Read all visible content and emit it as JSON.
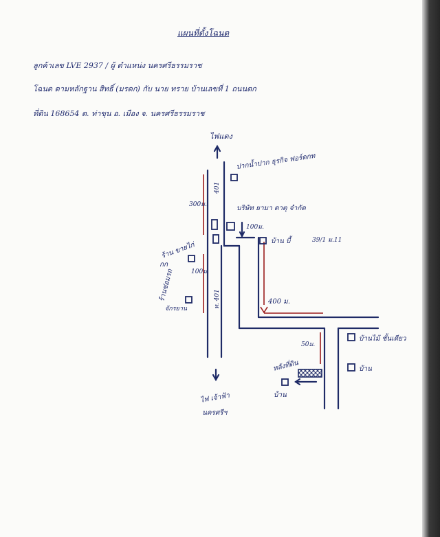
{
  "document": {
    "title": "แผนที่ตั้งโฉนด",
    "line1": "ลูกค้าเลข LVE 2937 / ผู้ ตำแหน่ง นครศรีธรรมราช",
    "line2": "โฉนด ตามหลักฐาน สิทธิ์ (มรดก) กับ นาย ทราย บ้านเลขที่ 1 ถนนตก",
    "line3": "ที่ดิน 168654 ต. ท่าขุน อ. เมือง จ. นครศรีธรรมราช"
  },
  "map": {
    "north_label": "ไฟแดง",
    "south_label_1": "ไฟ เจ้าฟ้า",
    "south_label_2": "นครศรีฯ",
    "road_code_top": "401",
    "road_code_bottom": "ท. 401",
    "dist_300": "300ม.",
    "dist_100_left": "100ม.",
    "dist_100_right": "100ม.",
    "dist_400": "400 ม.",
    "dist_50": "50ม.",
    "places": {
      "shop_top": "ปากน้ำปาก ธุรกิจ ฟอร์ดกท",
      "company": "บริษัท ยามา ดาตุ จำกัด",
      "house_b": "บ้าน บี้",
      "house_b_addr": "39/1 ม.11",
      "left_shop_1": "ร้าน ขายไก่",
      "left_shop_1b": "กก",
      "left_shop_2": "ร้านซ่อมรถ",
      "left_shop_2b": "จักรยาน",
      "right_house_1": "บ้านไม้ ชั้นเดียว",
      "right_house_2": "บ้าน",
      "plot_label": "หลังที่ดิน",
      "house_small": "บ้าน"
    }
  }
}
